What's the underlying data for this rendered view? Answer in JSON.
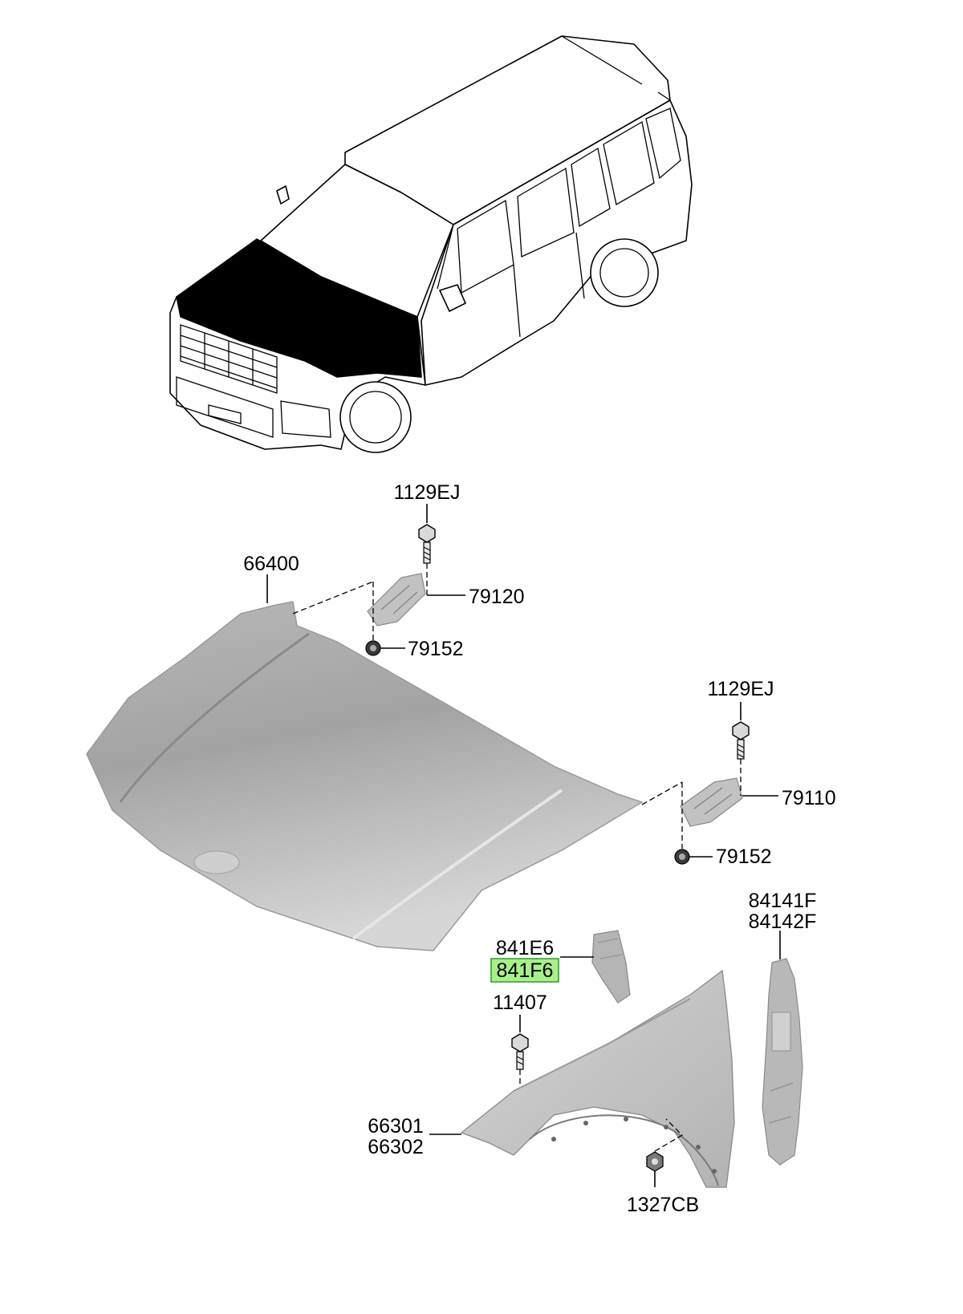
{
  "labels": {
    "bolt_top_left": "1129EJ",
    "hood": "66400",
    "hinge_left": "79120",
    "nut_left": "79152",
    "bolt_top_right": "1129EJ",
    "hinge_right": "79110",
    "nut_right": "79152",
    "insulator_pad_a": "841E6",
    "insulator_pad_b": "841F6",
    "fender_bolt": "11407",
    "fender_a": "66301",
    "fender_b": "66302",
    "fender_nut": "1327CB",
    "fender_panel_a": "84141F",
    "fender_panel_b": "84142F"
  },
  "highlighted_part": "841F6",
  "colors": {
    "highlight_fill": "#a8f08a",
    "highlight_stroke": "#2e9a2e",
    "part_fill": "#bdbdbd",
    "hood_region_on_car": "#000000"
  },
  "icons": [
    "hood-bolt-icon",
    "hinge-icon",
    "nut-icon",
    "fender-icon",
    "car-icon"
  ]
}
